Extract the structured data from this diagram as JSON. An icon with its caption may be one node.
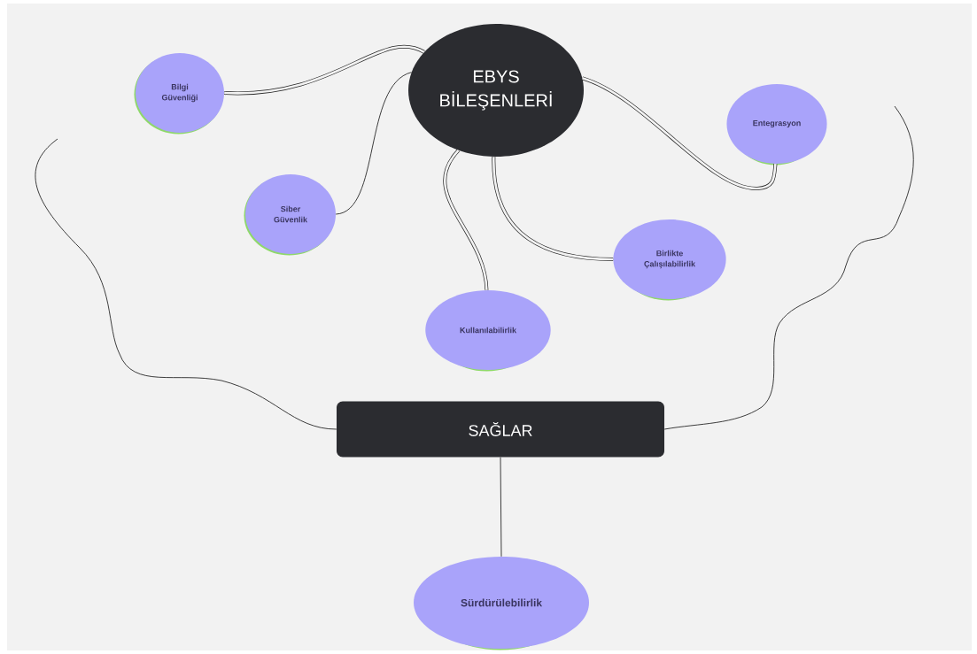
{
  "diagram": {
    "nodes": [
      {
        "text": [
          "EBYS BİLEŞENLERİ"
        ]
      },
      {
        "text": [
          "Bilgi Güvenliği"
        ]
      },
      {
        "text": [
          "Entegrasyon"
        ]
      },
      {
        "text": [
          "Siber Güvenlik"
        ]
      },
      {
        "text": [
          "Birlikte Çalışılabilirlik"
        ]
      },
      {
        "text": [
          "Kullanılabilirlik"
        ]
      },
      {
        "text": [
          "SAĞLAR"
        ]
      },
      {
        "text": [
          "Sürdürülebilirlik"
        ]
      }
    ],
    "edges": [
      {
        "from": 0,
        "to": 1,
        "arrow": "none",
        "style": "thick"
      },
      {
        "from": 0,
        "to": 3,
        "arrow": "none"
      },
      {
        "from": 0,
        "to": 5,
        "arrow": "none",
        "style": "thick"
      },
      {
        "from": 0,
        "to": 4,
        "arrow": "none",
        "style": "thick"
      },
      {
        "from": 0,
        "to": 2,
        "arrow": "none",
        "style": "thick"
      },
      {
        "from": null,
        "to": 6,
        "arrow": "none"
      },
      {
        "from": null,
        "to": 6,
        "arrow": "none"
      },
      {
        "from": 6,
        "to": 7,
        "arrow": "none"
      }
    ]
  }
}
